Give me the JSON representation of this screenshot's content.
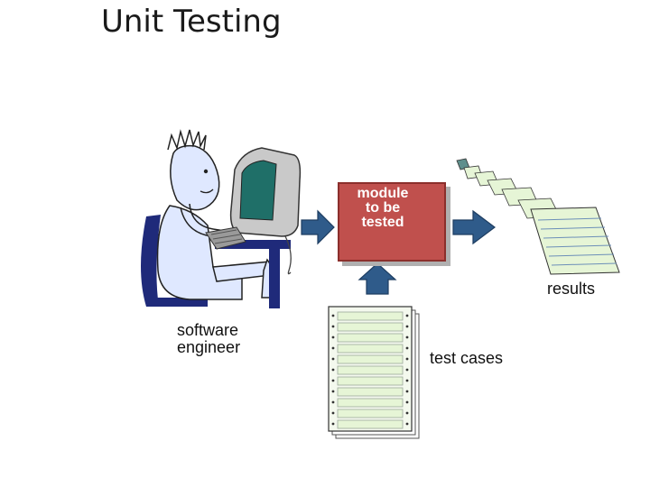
{
  "title": "Unit Testing",
  "labels": {
    "engineer_line1": "software",
    "engineer_line2": "engineer",
    "module_line1": "module",
    "module_line2": "to be",
    "module_line3": "tested",
    "results": "results",
    "test_cases": "test cases"
  },
  "colors": {
    "module_fill": "#c0504d",
    "arrow_fill": "#2f5b8a",
    "sheet_fill": "#e6f5d6",
    "monitor_screen": "#1f6f68"
  },
  "icons": {
    "person": "software-engineer-figure",
    "computer": "computer-workstation",
    "results": "results-printout-stack",
    "tests": "test-cases-stack"
  }
}
